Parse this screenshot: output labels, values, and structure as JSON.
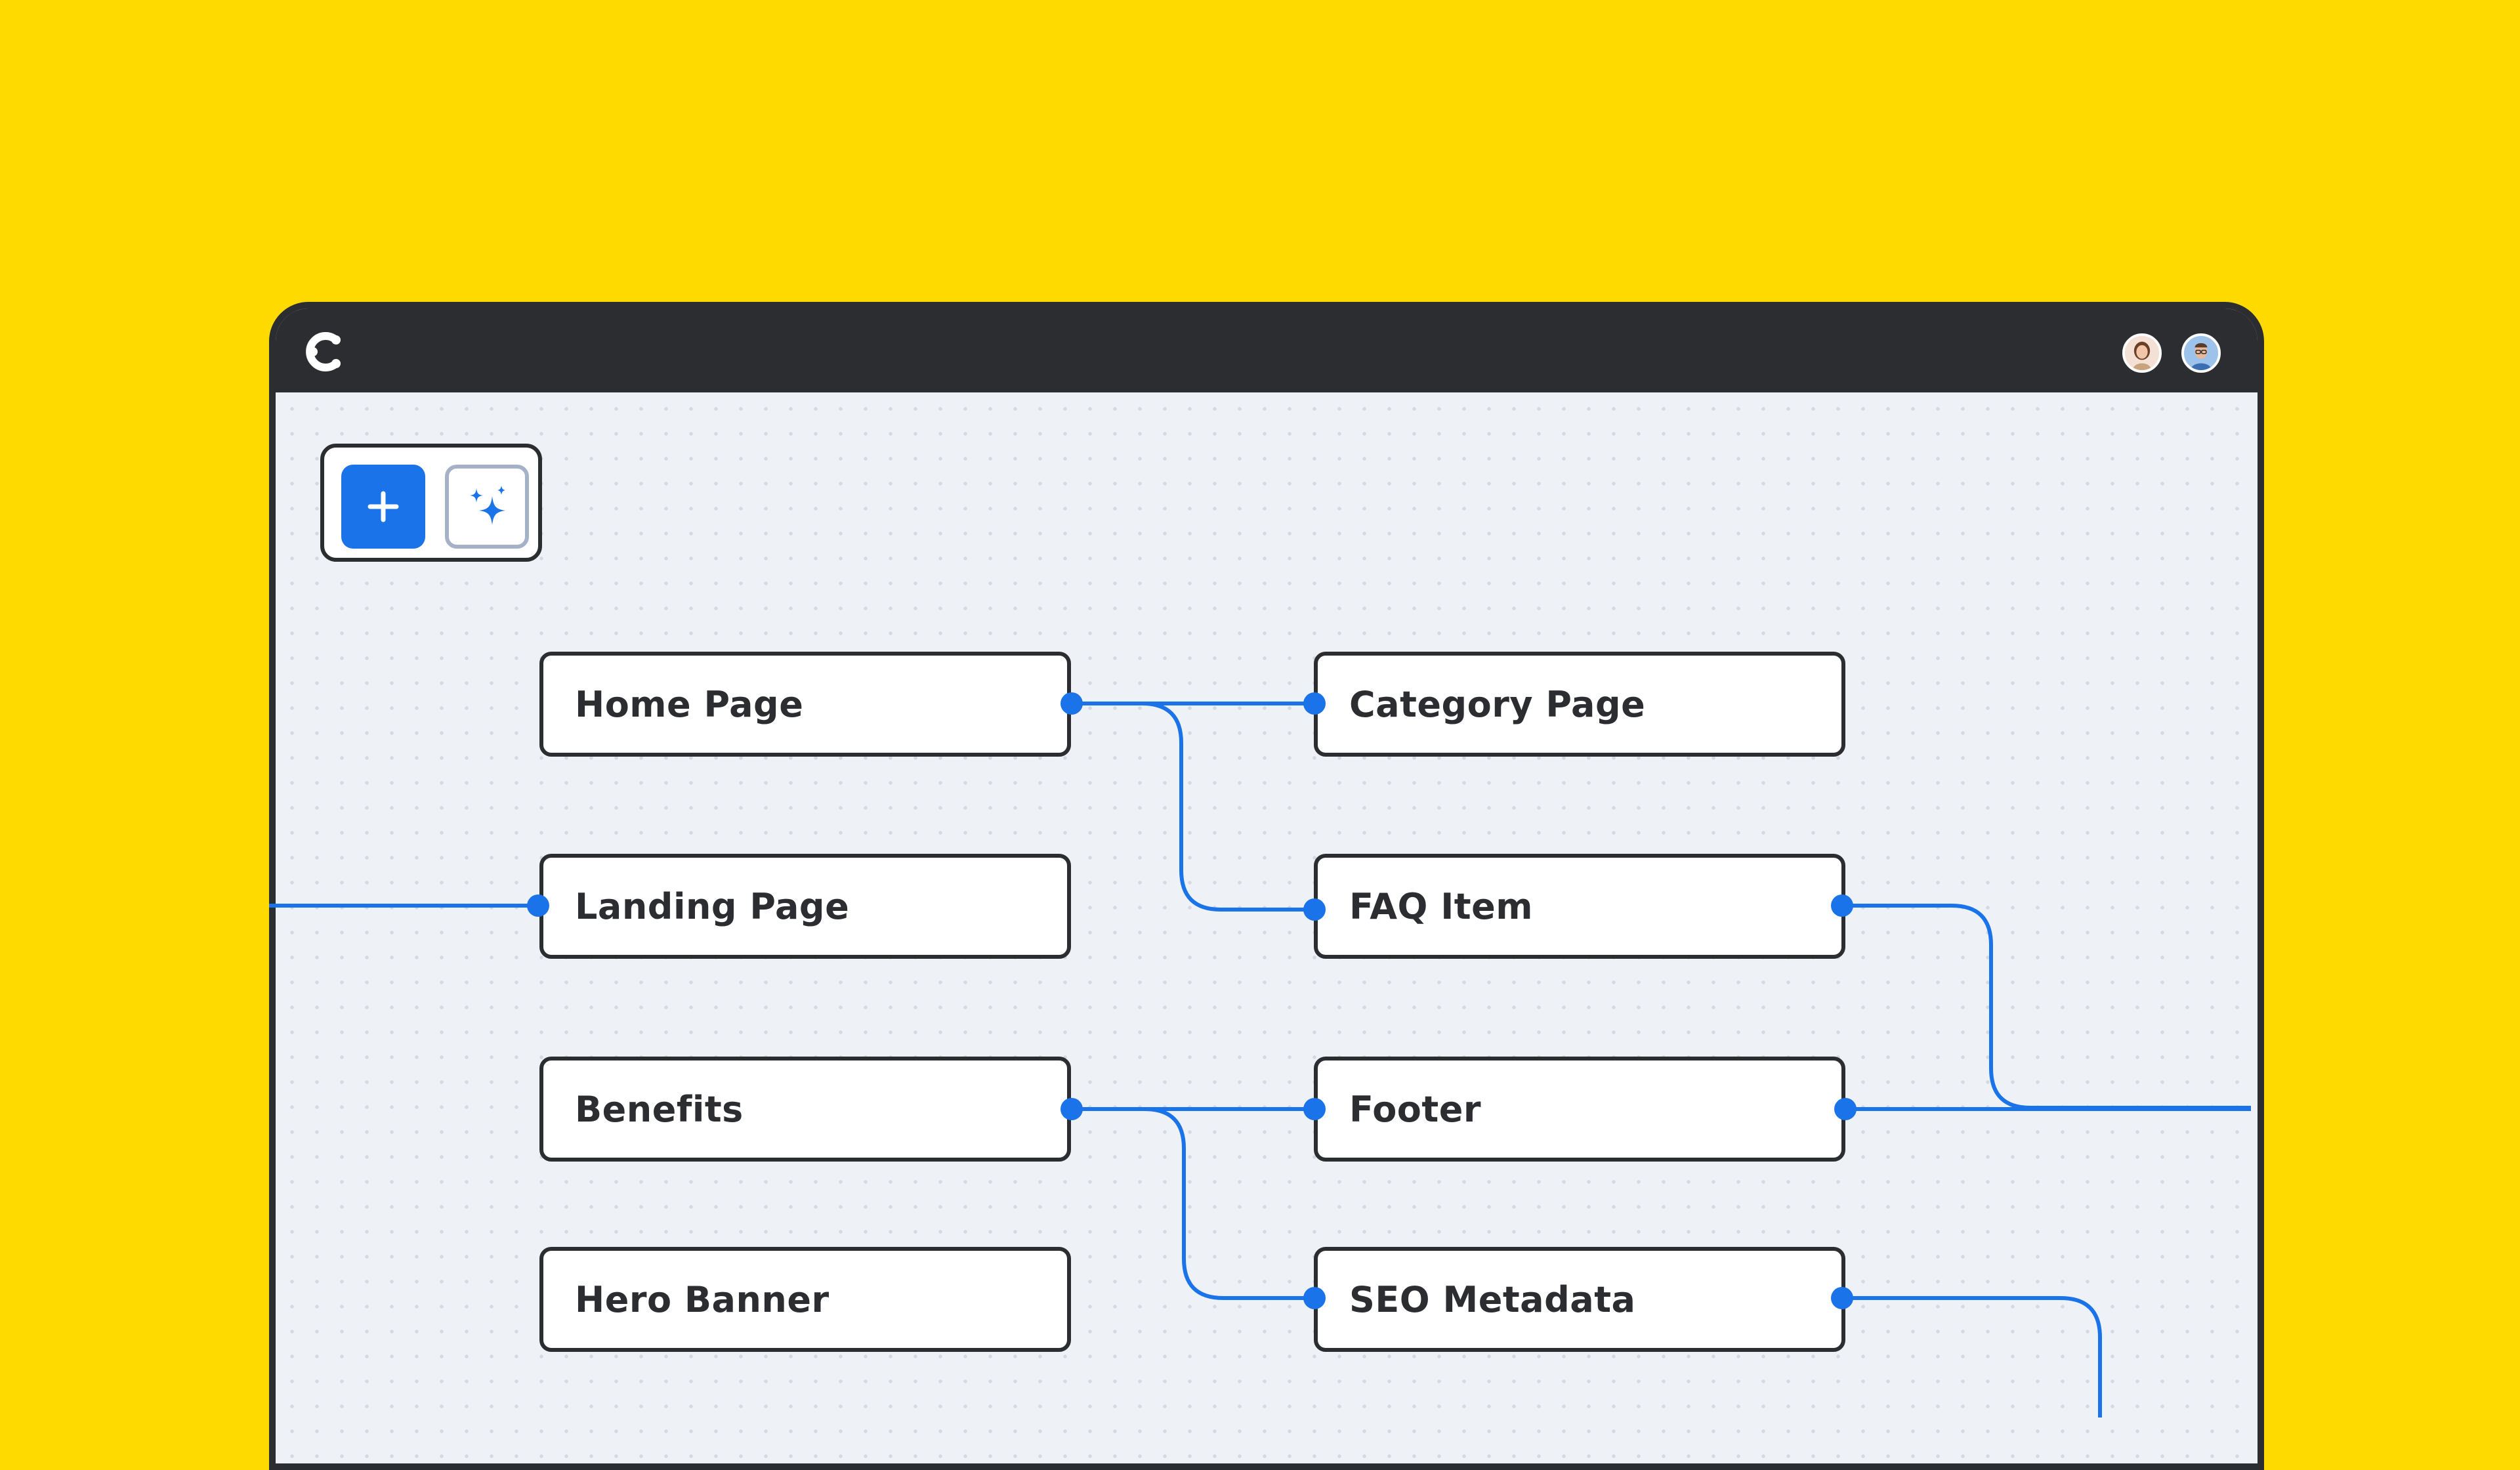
{
  "window": {
    "app_logo": "contentful-logo-icon",
    "avatars": [
      "avatar-woman",
      "avatar-man-glasses"
    ]
  },
  "toolbar": {
    "add_icon": "plus-icon",
    "ai_icon": "sparkles-icon"
  },
  "nodes": {
    "home_page": "Home Page",
    "landing_page": "Landing Page",
    "benefits": "Benefits",
    "hero_banner": "Hero Banner",
    "category_page": "Category Page",
    "faq_item": "FAQ Item",
    "footer": "Footer",
    "seo_metadata": "SEO Metadata"
  },
  "colors": {
    "background": "#FFDA00",
    "frame": "#2B2D31",
    "canvas": "#EEF1F6",
    "accent": "#1A73E8"
  }
}
